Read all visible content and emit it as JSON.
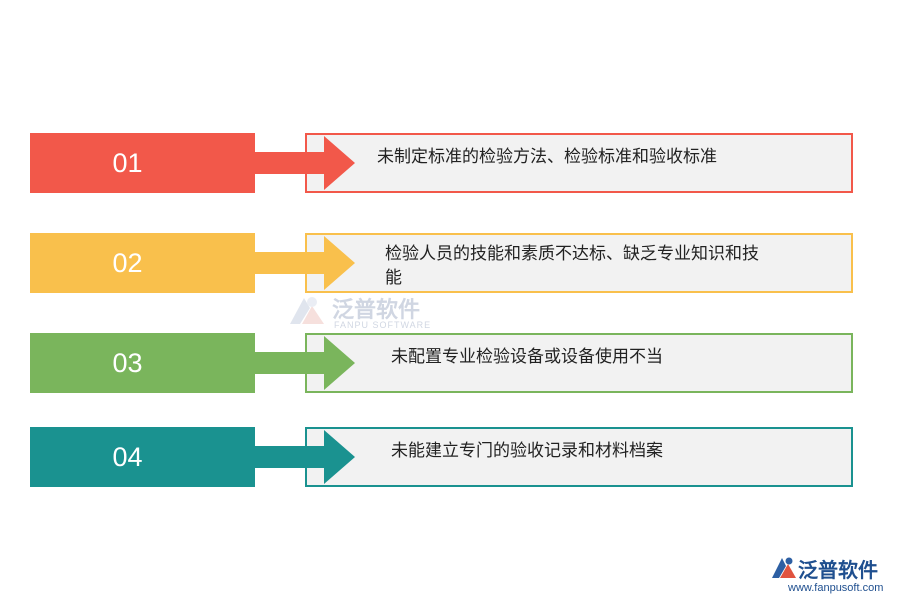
{
  "items": [
    {
      "number": "01",
      "text": "未制定标准的检验方法、检验标准和验收标准",
      "color": "#f2584a"
    },
    {
      "number": "02",
      "text": "检验人员的技能和素质不达标、缺乏专业知识和技能",
      "color": "#f9c04c"
    },
    {
      "number": "03",
      "text": "未配置专业检验设备或设备使用不当",
      "color": "#7ab55c"
    },
    {
      "number": "04",
      "text": "未能建立专门的验收记录和材料档案",
      "color": "#1a9290"
    }
  ],
  "watermark": {
    "name": "泛普软件",
    "subtitle": "FANPU SOFTWARE"
  },
  "logo": {
    "name": "泛普软件",
    "url": "www.fanpusoft.com"
  },
  "colors": {
    "box_bg": "#f2f2f2",
    "text": "#222222",
    "logo_blue": "#1f4f8f"
  }
}
